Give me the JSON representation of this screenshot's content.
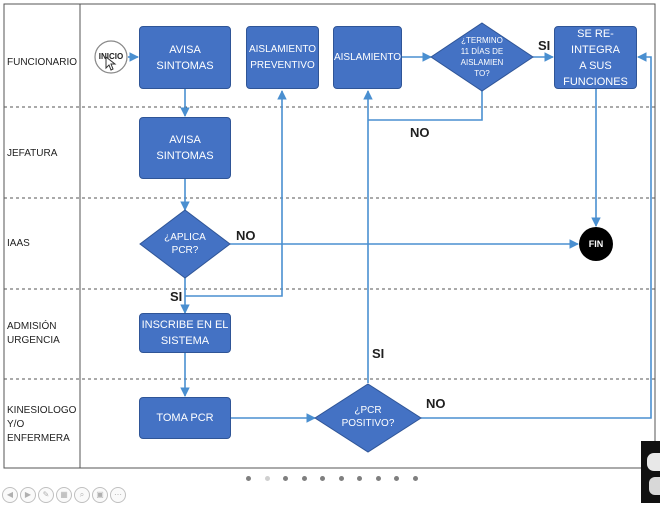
{
  "lanes": [
    {
      "label": "FUNCIONARIO"
    },
    {
      "label": "JEFATURA"
    },
    {
      "label": "IAAS"
    },
    {
      "label": "ADMISIÓN\nURGENCIA"
    },
    {
      "label": "KINESIOLOGO\nY/O\nENFERMERA"
    }
  ],
  "nodes": {
    "inicio": "INICIO",
    "avisa1": "AVISA\nSINTOMAS",
    "aislamiento_preventivo": "AISLAMIENTO\nPREVENTIVO",
    "aislamiento": "AISLAMIENTO",
    "termino": "¿TERMINO\n11 DÍAS DE\nAISLAMIEN\nTO?",
    "reintegra": "SE RE-INTEGRA\nA SUS\nFUNCIONES",
    "avisa2": "AVISA\nSINTOMAS",
    "aplica_pcr": "¿APLICA\nPCR?",
    "fin": "FIN",
    "inscribe": "INSCRIBE EN EL\nSISTEMA",
    "toma_pcr": "TOMA PCR",
    "pcr_positivo": "¿PCR\nPOSITIVO?"
  },
  "edge_labels": {
    "termino_si": "SI",
    "termino_no": "NO",
    "aplica_no": "NO",
    "aplica_si": "SI",
    "pcr_si": "SI",
    "pcr_no": "NO"
  },
  "colors": {
    "node_fill": "#4472c4",
    "node_border": "#2f5597",
    "arrow": "#4a8fd0",
    "fin_fill": "#000000",
    "lane_divider": "#555555"
  },
  "pager": {
    "slide_count": 10,
    "active_index": 1
  }
}
